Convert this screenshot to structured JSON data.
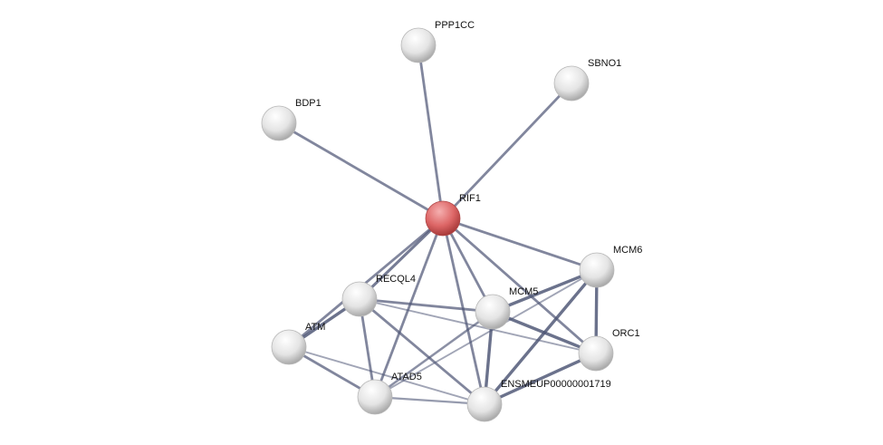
{
  "network": {
    "colors": {
      "query_node": "#e06a6a",
      "node": "#e6e6e6",
      "edge": "#4d5575"
    },
    "nodes": [
      {
        "id": "PPP1CC",
        "label": "PPP1CC",
        "query": false
      },
      {
        "id": "SBNO1",
        "label": "SBNO1",
        "query": false
      },
      {
        "id": "BDP1",
        "label": "BDP1",
        "query": false
      },
      {
        "id": "RIF1",
        "label": "RIF1",
        "query": true
      },
      {
        "id": "MCM6",
        "label": "MCM6",
        "query": false
      },
      {
        "id": "RECQL4",
        "label": "RECQL4",
        "query": false
      },
      {
        "id": "MCM5",
        "label": "MCM5",
        "query": false
      },
      {
        "id": "ATM",
        "label": "ATM",
        "query": false
      },
      {
        "id": "ORC1",
        "label": "ORC1",
        "query": false
      },
      {
        "id": "ATAD5",
        "label": "ATAD5",
        "query": false
      },
      {
        "id": "ENSMEUP00000001719",
        "label": "ENSMEUP00000001719",
        "query": false
      }
    ],
    "edges": [
      [
        "RIF1",
        "PPP1CC",
        0.6
      ],
      [
        "RIF1",
        "SBNO1",
        0.6
      ],
      [
        "RIF1",
        "BDP1",
        0.6
      ],
      [
        "RIF1",
        "MCM6",
        0.6
      ],
      [
        "RIF1",
        "ORC1",
        0.6
      ],
      [
        "RIF1",
        "MCM5",
        0.6
      ],
      [
        "RIF1",
        "ENSMEUP00000001719",
        0.6
      ],
      [
        "RIF1",
        "ATAD5",
        0.6
      ],
      [
        "RIF1",
        "RECQL4",
        0.7
      ],
      [
        "RIF1",
        "ATM",
        0.6
      ],
      [
        "RECQL4",
        "ATM",
        0.8
      ],
      [
        "RECQL4",
        "MCM5",
        0.6
      ],
      [
        "RECQL4",
        "ORC1",
        0.3
      ],
      [
        "RECQL4",
        "ATAD5",
        0.6
      ],
      [
        "RECQL4",
        "ENSMEUP00000001719",
        0.6
      ],
      [
        "ATM",
        "ATAD5",
        0.6
      ],
      [
        "ATM",
        "ENSMEUP00000001719",
        0.3
      ],
      [
        "ATAD5",
        "MCM5",
        0.5
      ],
      [
        "ATAD5",
        "MCM6",
        0.3
      ],
      [
        "ATAD5",
        "ENSMEUP00000001719",
        0.4
      ],
      [
        "MCM5",
        "MCM6",
        0.8
      ],
      [
        "MCM5",
        "ORC1",
        0.8
      ],
      [
        "MCM5",
        "ENSMEUP00000001719",
        0.8
      ],
      [
        "MCM6",
        "ORC1",
        0.8
      ],
      [
        "MCM6",
        "ENSMEUP00000001719",
        0.8
      ],
      [
        "ORC1",
        "ENSMEUP00000001719",
        0.8
      ]
    ]
  }
}
